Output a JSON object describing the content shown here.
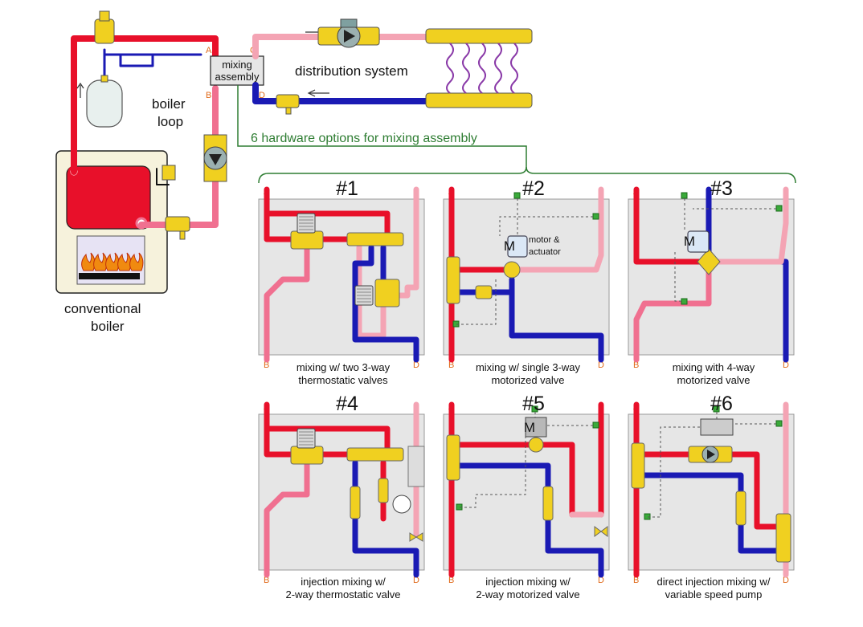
{
  "main": {
    "boiler_label_1": "conventional",
    "boiler_label_2": "boiler",
    "loop_label_1": "boiler",
    "loop_label_2": "loop",
    "mixing_box_1": "mixing",
    "mixing_box_2": "assembly",
    "distribution_label": "distribution system",
    "options_title": "6 hardware options for mixing assembly",
    "ports": {
      "a": "A",
      "b": "B",
      "c": "C",
      "d": "D"
    }
  },
  "options": [
    {
      "num": "#1",
      "cap1": "mixing w/ two 3-way",
      "cap2": "thermostatic valves"
    },
    {
      "num": "#2",
      "cap1": "mixing w/ single 3-way",
      "cap2": "motorized valve",
      "note1": "motor &",
      "note2": "actuator",
      "motor": "M"
    },
    {
      "num": "#3",
      "cap1": "mixing with 4-way",
      "cap2": "motorized valve",
      "motor": "M"
    },
    {
      "num": "#4",
      "cap1": "injection mixing w/",
      "cap2": "2-way thermostatic valve"
    },
    {
      "num": "#5",
      "cap1": "injection mixing w/",
      "cap2": "2-way motorized valve",
      "motor": "M"
    },
    {
      "num": "#6",
      "cap1": "direct injection mixing w/",
      "cap2": "variable speed pump"
    }
  ],
  "colors": {
    "hot": "#e8102a",
    "warm": "#f07090",
    "cool": "#f4a4b4",
    "return": "#1a1ab4",
    "brass": "#f0d020",
    "panel": "#e6e6e6",
    "green_line": "#2e7d32"
  }
}
